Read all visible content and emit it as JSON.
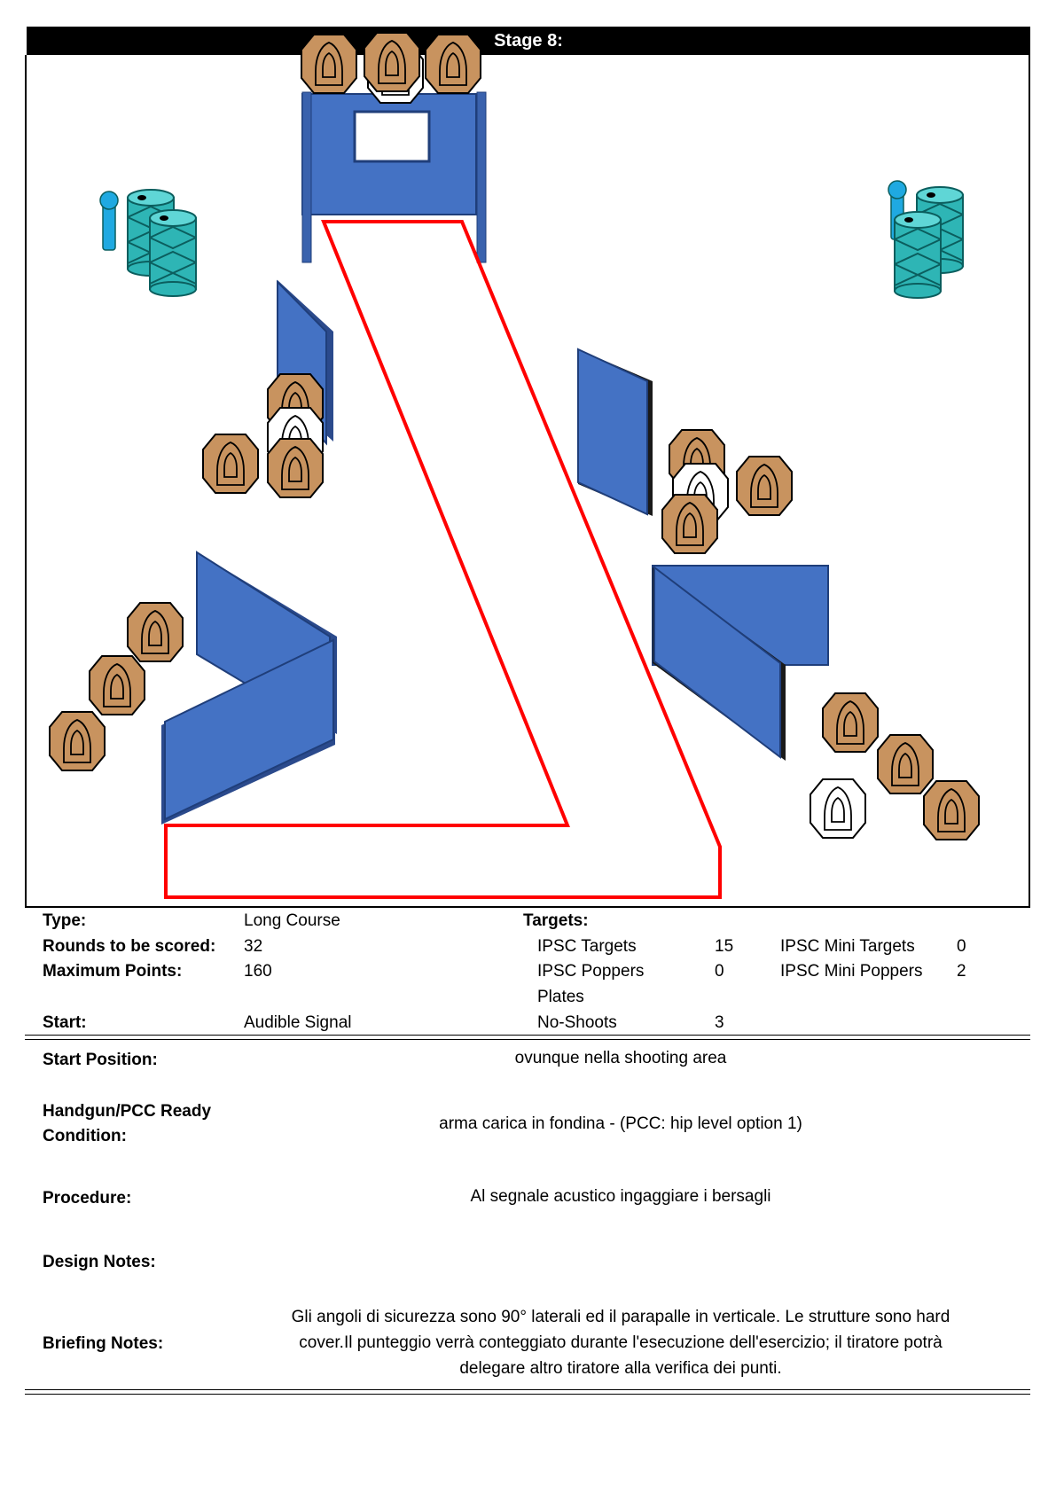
{
  "stage_title": "Stage 8:",
  "colors": {
    "wall_blue": "#4472c4",
    "target_tan": "#c8935f",
    "barrel_teal": "#2eb5b5",
    "popper_blue": "#1fa9e1",
    "fault_line_red": "#ff0000"
  },
  "info": {
    "type_label": "Type:",
    "type_value": "Long  Course",
    "rounds_label": "Rounds to be scored:",
    "rounds_value": "32",
    "max_points_label": "Maximum Points:",
    "max_points_value": "160",
    "start_label": "Start:",
    "start_value": "Audible Signal",
    "targets_label": "Targets:",
    "ipsc_targets_label": "IPSC Targets",
    "ipsc_targets_value": "15",
    "ipsc_poppers_label": "IPSC Poppers",
    "ipsc_poppers_value": "0",
    "plates_label": "Plates",
    "no_shoots_label": "No-Shoots",
    "no_shoots_value": "3",
    "mini_targets_label": "IPSC Mini Targets",
    "mini_targets_value": "0",
    "mini_poppers_label": "IPSC Mini Poppers",
    "mini_poppers_value": "2"
  },
  "details": {
    "start_position_label": "Start Position:",
    "start_position_value": "ovunque nella shooting area",
    "ready_label_line1": "Handgun/PCC Ready",
    "ready_label_line2": "Condition:",
    "ready_value": "arma carica in fondina - (PCC: hip level option 1)",
    "procedure_label": "Procedure:",
    "procedure_value": "Al segnale acustico ingaggiare i bersagli",
    "design_notes_label": "Design Notes:",
    "briefing_label": "Briefing Notes:",
    "briefing_line1": "Gli angoli di sicurezza sono 90° laterali ed il parapalle in verticale. Le strutture sono hard",
    "briefing_line2": "cover.Il punteggio verrà conteggiato durante l'esecuzione dell'esercizio; il tiratore potrà",
    "briefing_line3": "delegare altro tiratore alla verifica  dei punti."
  }
}
